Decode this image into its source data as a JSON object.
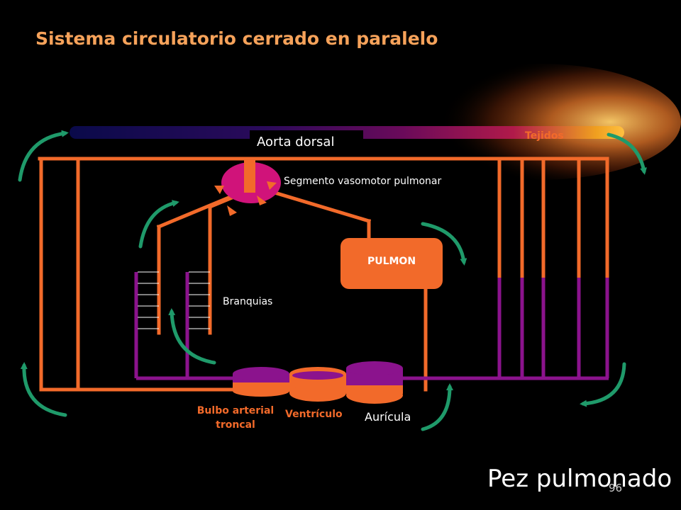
{
  "slide": {
    "title": "Sistema circulatorio cerrado en paralelo",
    "footer": "Pez pulmonado",
    "slide_number": "96"
  },
  "labels": {
    "aorta_dorsal": "Aorta dorsal",
    "tejidos": "Tejidos",
    "segmento": "Segmento vasomotor pulmonar",
    "branquias": "Branquias",
    "pulmon": "PULMON",
    "bulbo": "Bulbo arterial troncal",
    "ventriculo": "Ventrículo",
    "auricula": "Aurícula"
  },
  "colors": {
    "background": "#000000",
    "title": "#f6a25a",
    "oxygenated_vessel": "#f26a2a",
    "deoxygenated_vessel": "#8b138d",
    "flow_arrow": "#1f9a6a",
    "vasomotor_segment": "#d0137a",
    "label_text": "#ffffff"
  },
  "icons": [
    "flow-arrow-icon",
    "valve-triangle-icon"
  ]
}
